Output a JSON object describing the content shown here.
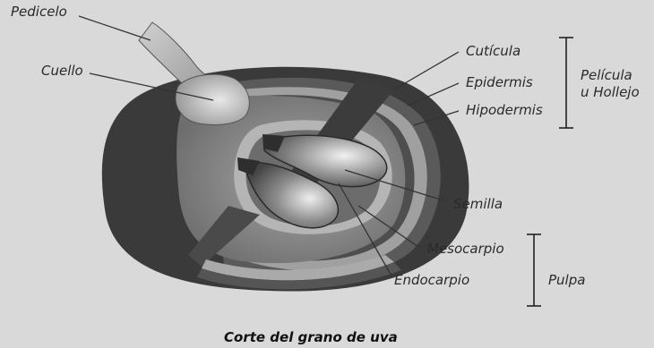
{
  "labels": {
    "pedicelo": "Pedicelo",
    "cuello": "Cuello",
    "cuticula": "Cutícula",
    "epidermis": "Epidermis",
    "hipodermis": "Hipodermis",
    "pelicula_1": "Película",
    "pelicula_2": "u Hollejo",
    "semilla": "Semilla",
    "mesocarpio": "Mesocarpio",
    "endocarpio": "Endocarpio",
    "pulpa": "Pulpa"
  },
  "caption": "Corte del grano de uva",
  "colors": {
    "background": "#d9d9d9",
    "skin": "#3c3c3c",
    "pulp": "#8a8a8a",
    "inner": "#bdbdbd",
    "leader": "#333333"
  }
}
